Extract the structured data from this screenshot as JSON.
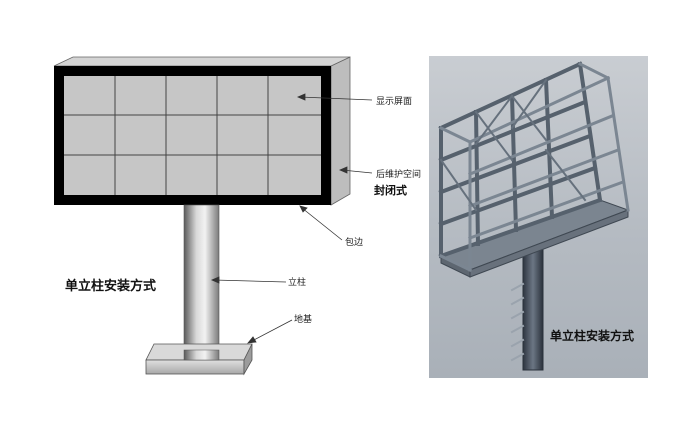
{
  "left_diagram": {
    "labels": {
      "display_screen": "显示屏面",
      "rear_maintenance": "后维护空间",
      "enclosed": "封闭式",
      "edge_wrap": "包边",
      "column": "立柱",
      "foundation": "地基",
      "caption": "单立柱安装方式"
    }
  },
  "right_diagram": {
    "caption": "单立柱安装方式"
  },
  "colors": {
    "frame_black": "#000000",
    "screen_grey": "#c8c8c8",
    "side_grey": "#b8b8b8",
    "steel_blue_grey": "#5e6a78"
  }
}
